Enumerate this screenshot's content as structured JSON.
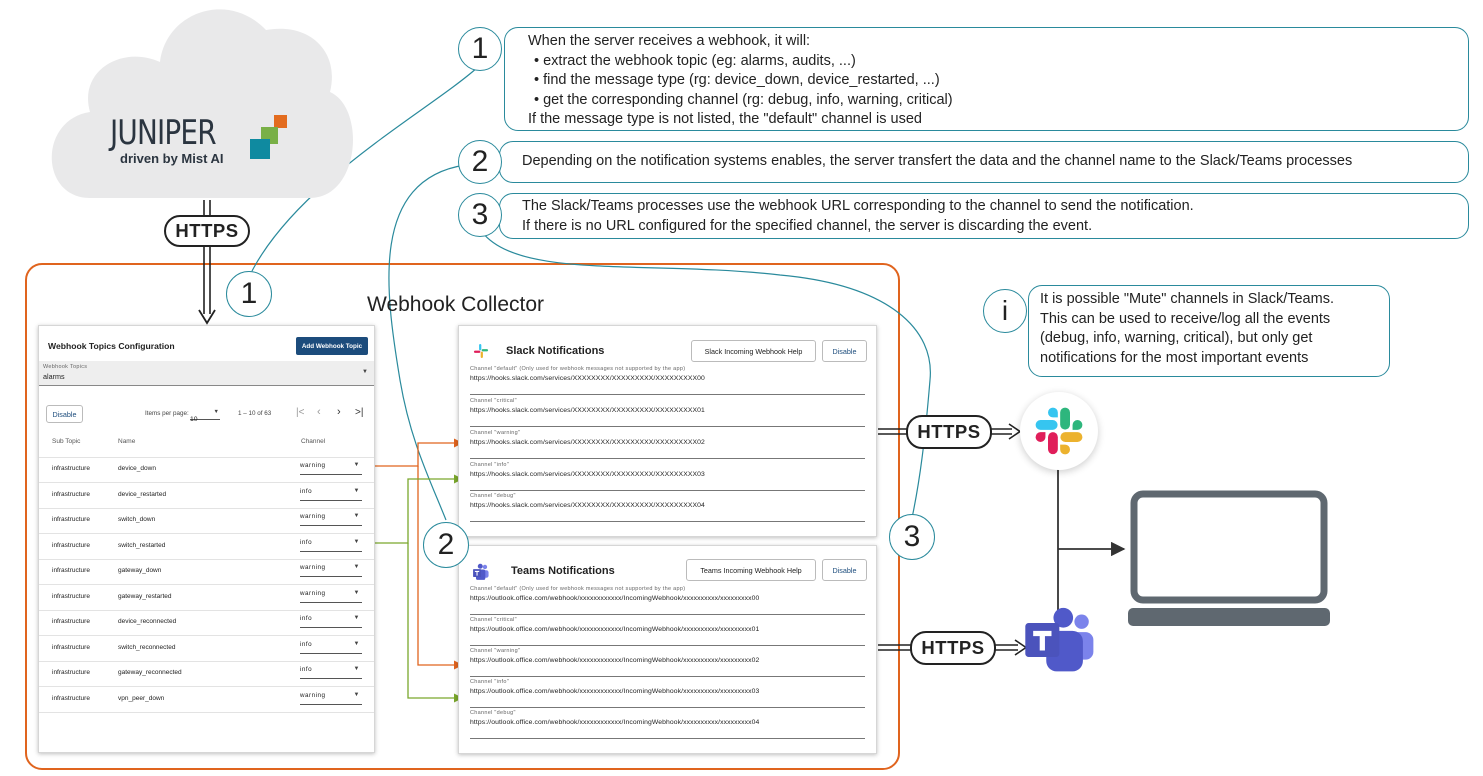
{
  "logo": {
    "brand": "JUNIPER",
    "tagline": "driven by Mist AI"
  },
  "protocol_label": "HTTPS",
  "collector_title": "Webhook Collector",
  "steps": [
    {
      "number": "1",
      "lines": [
        "When the server receives a webhook, it will:",
        "• extract the webhook topic (eg: alarms, audits, ...)",
        "• find the message type (rg: device_down, device_restarted, ...)",
        "• get the corresponding channel (rg: debug, info, warning, critical)",
        "If the message type is not listed, the \"default\" channel is used"
      ]
    },
    {
      "number": "2",
      "lines": [
        "Depending on the notification systems enables, the server transfert the data and the channel name to the Slack/Teams processes"
      ]
    },
    {
      "number": "3",
      "lines": [
        "The Slack/Teams processes use the webhook URL corresponding to the channel to send the notification.",
        "If there is no URL configured for the specified channel, the server is discarding the event."
      ]
    }
  ],
  "info": {
    "icon_text": "i",
    "lines": [
      "It is possible \"Mute\" channels in Slack/Teams.",
      "This can be used to receive/log all the events",
      "(debug, info, warning, critical), but only get",
      "notifications for the most important events"
    ]
  },
  "topics_config": {
    "title": "Webhook Topics Configuration",
    "add_button": "Add Webhook Topic",
    "select_label": "Webhook Topics",
    "select_value": "alarms",
    "disable_button": "Disable",
    "items_per_page_label": "Items per page:",
    "items_per_page": "10",
    "range": "1 – 10 of 63",
    "columns": [
      "Sub Topic",
      "Name",
      "Channel"
    ],
    "rows": [
      {
        "sub_topic": "infrastructure",
        "name": "device_down",
        "channel": "warning"
      },
      {
        "sub_topic": "infrastructure",
        "name": "device_restarted",
        "channel": "info"
      },
      {
        "sub_topic": "infrastructure",
        "name": "switch_down",
        "channel": "warning"
      },
      {
        "sub_topic": "infrastructure",
        "name": "switch_restarted",
        "channel": "info"
      },
      {
        "sub_topic": "infrastructure",
        "name": "gateway_down",
        "channel": "warning"
      },
      {
        "sub_topic": "infrastructure",
        "name": "gateway_restarted",
        "channel": "warning"
      },
      {
        "sub_topic": "infrastructure",
        "name": "device_reconnected",
        "channel": "info"
      },
      {
        "sub_topic": "infrastructure",
        "name": "switch_reconnected",
        "channel": "info"
      },
      {
        "sub_topic": "infrastructure",
        "name": "gateway_reconnected",
        "channel": "info"
      },
      {
        "sub_topic": "infrastructure",
        "name": "vpn_peer_down",
        "channel": "warning"
      }
    ]
  },
  "slack": {
    "title": "Slack Notifications",
    "help_button": "Slack Incoming Webhook Help",
    "disable_button": "Disable",
    "channels": [
      {
        "label": "Channel \"default\"  (Only used for webhook messages not supported by the app)",
        "url": "https://hooks.slack.com/services/XXXXXXXX/XXXXXXXXX/XXXXXXXXX00"
      },
      {
        "label": "Channel \"critical\"",
        "url": "https://hooks.slack.com/services/XXXXXXXX/XXXXXXXXX/XXXXXXXXX01"
      },
      {
        "label": "Channel \"warning\"",
        "url": "https://hooks.slack.com/services/XXXXXXXX/XXXXXXXXX/XXXXXXXXX02"
      },
      {
        "label": "Channel \"info\"",
        "url": "https://hooks.slack.com/services/XXXXXXXX/XXXXXXXXX/XXXXXXXXX03"
      },
      {
        "label": "Channel \"debug\"",
        "url": "https://hooks.slack.com/services/XXXXXXXX/XXXXXXXXX/XXXXXXXXX04"
      }
    ]
  },
  "teams": {
    "title": "Teams Notifications",
    "help_button": "Teams Incoming Webhook Help",
    "disable_button": "Disable",
    "channels": [
      {
        "label": "Channel \"default\"  (Only used for webhook messages not supported by the app)",
        "url": "https://outlook.office.com/webhook/xxxxxxxxxxxx/IncomingWebhook/xxxxxxxxxx/xxxxxxxxx00"
      },
      {
        "label": "Channel \"critical\"",
        "url": "https://outlook.office.com/webhook/xxxxxxxxxxxx/IncomingWebhook/xxxxxxxxxx/xxxxxxxxx01"
      },
      {
        "label": "Channel \"warning\"",
        "url": "https://outlook.office.com/webhook/xxxxxxxxxxxx/IncomingWebhook/xxxxxxxxxx/xxxxxxxxx02"
      },
      {
        "label": "Channel \"info\"",
        "url": "https://outlook.office.com/webhook/xxxxxxxxxxxx/IncomingWebhook/xxxxxxxxxx/xxxxxxxxx03"
      },
      {
        "label": "Channel \"debug\"",
        "url": "https://outlook.office.com/webhook/xxxxxxxxxxxx/IncomingWebhook/xxxxxxxxxx/xxxxxxxxx04"
      }
    ]
  },
  "colors": {
    "collector_border": "#e0641e",
    "callout_border": "#2a8a9c",
    "warning_arrow": "#e0641e",
    "info_arrow": "#7aa72c",
    "primary_button": "#1c4c7c",
    "cloud": "#e9e9ea",
    "laptop": "#5f6870"
  },
  "icons": {
    "slack": "slack-logo-icon",
    "teams": "teams-logo-icon",
    "laptop": "laptop-icon",
    "cloud": "cloud-icon"
  }
}
